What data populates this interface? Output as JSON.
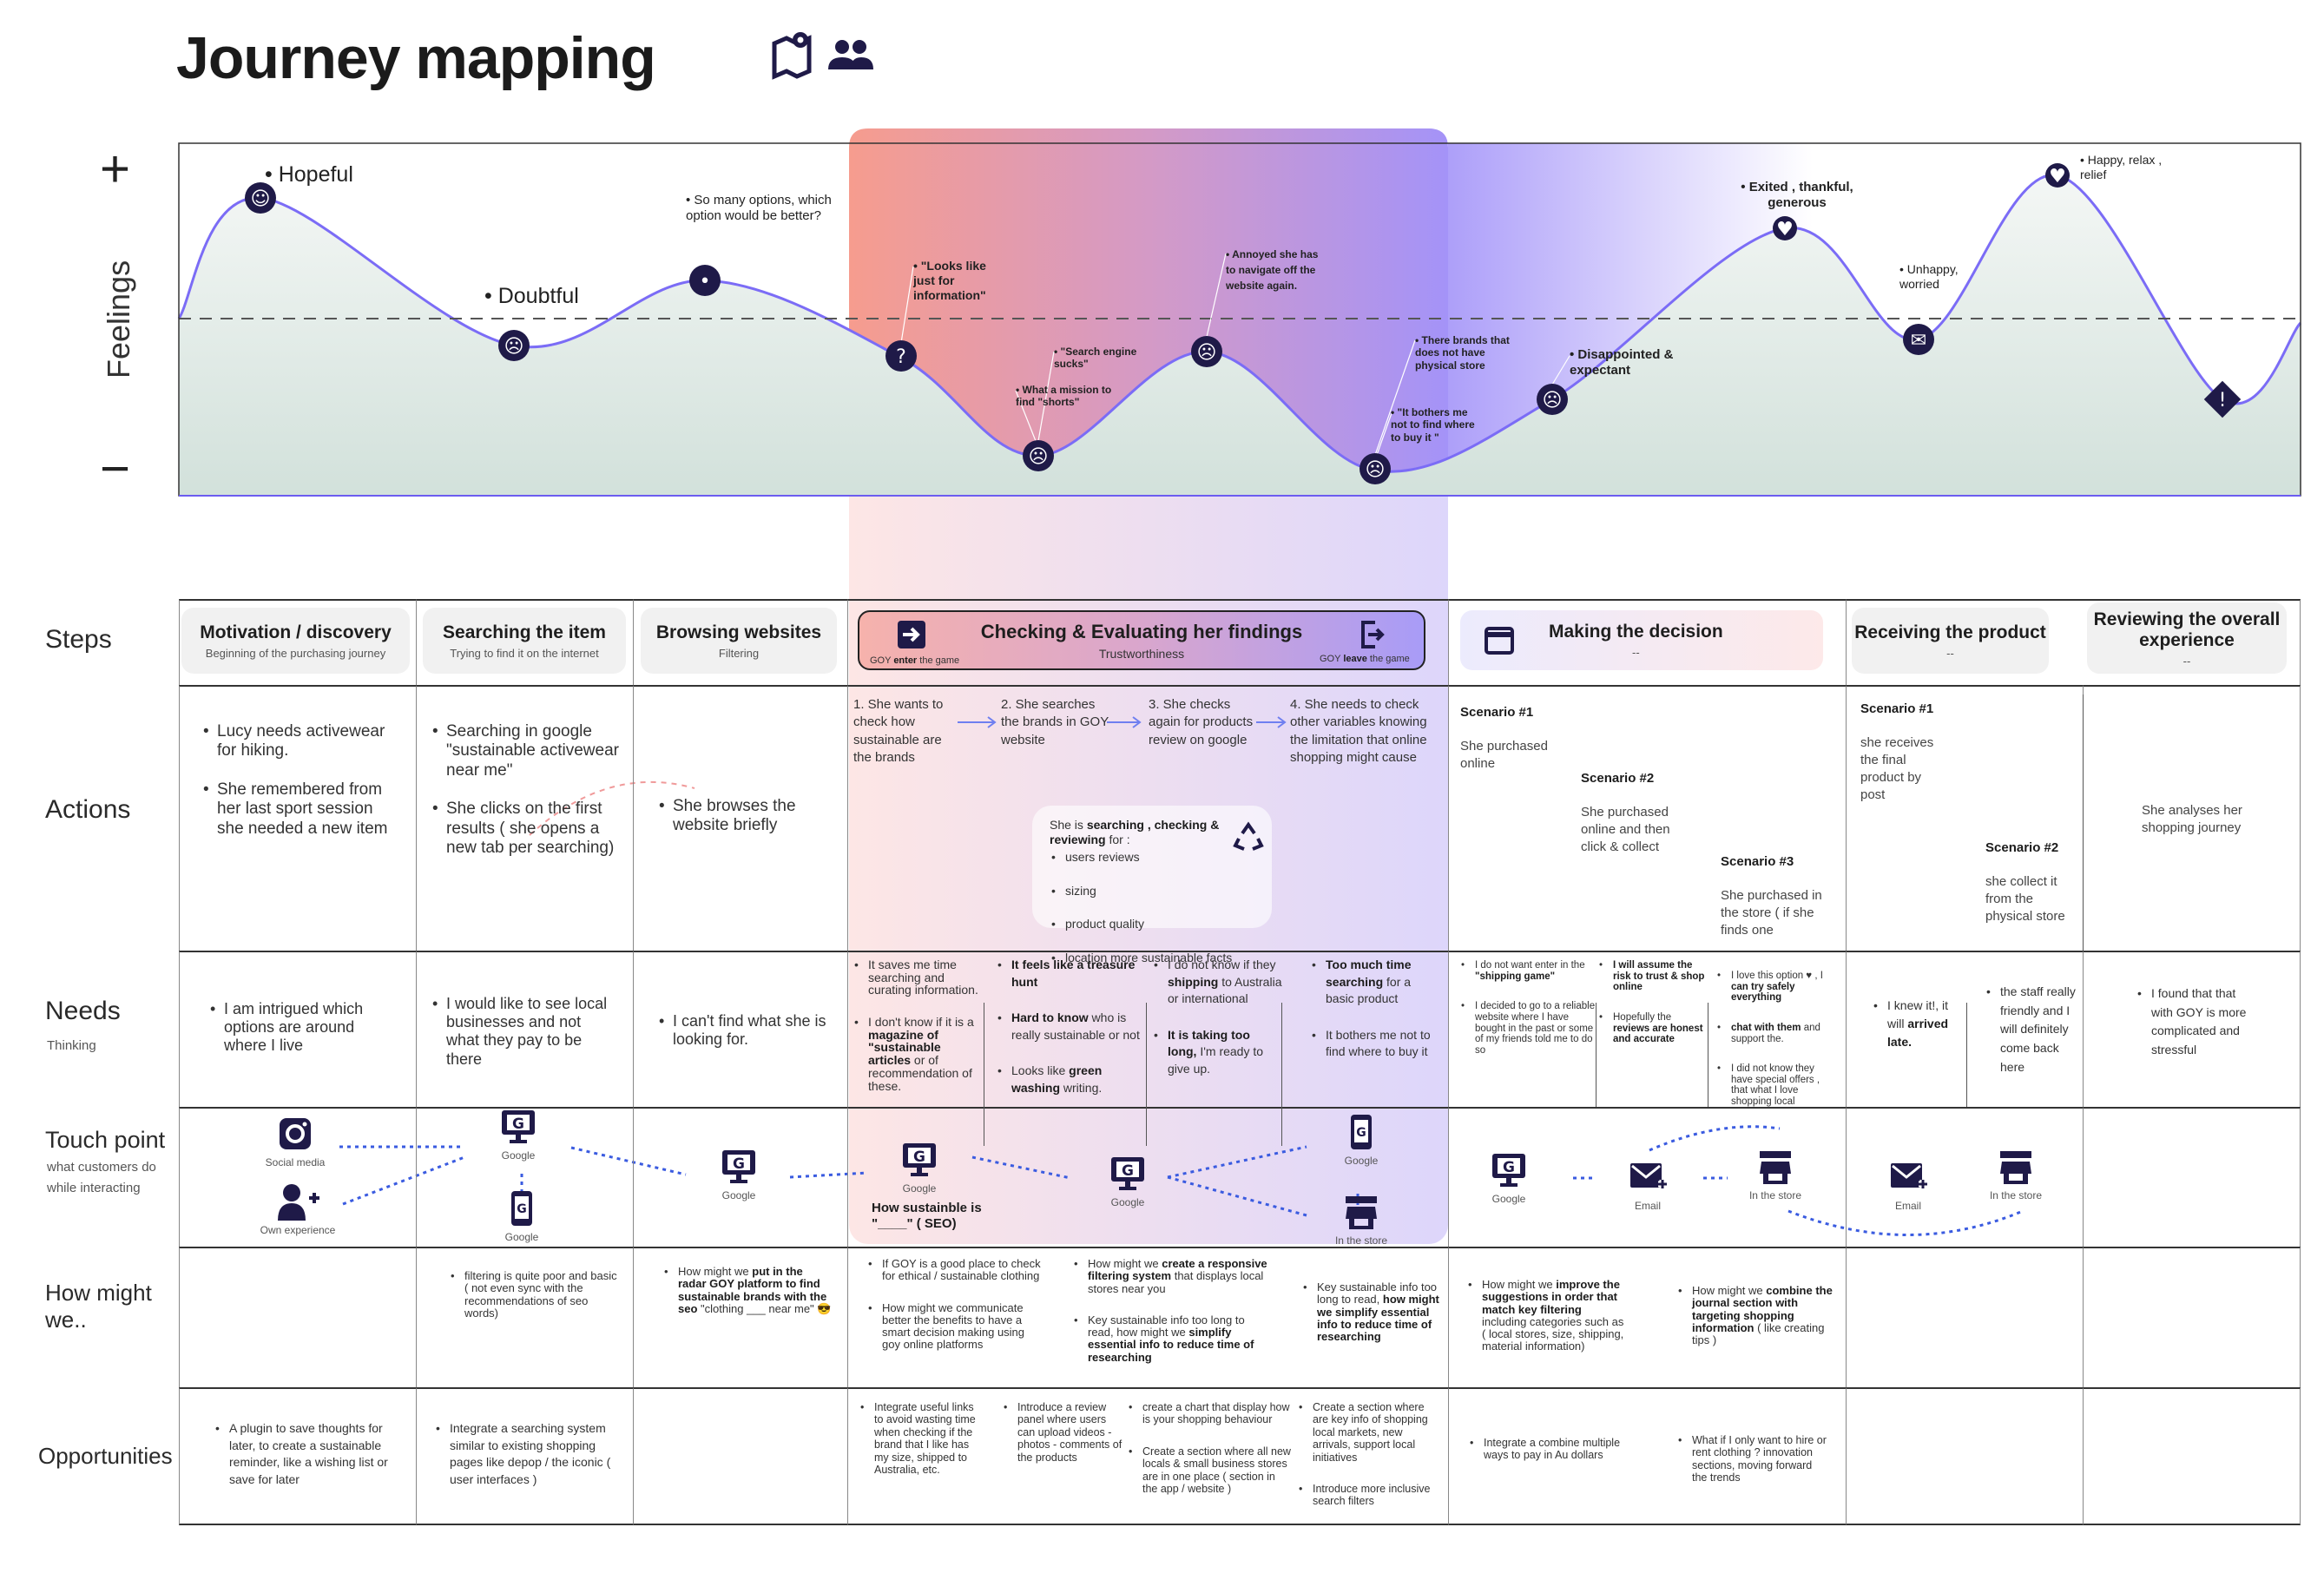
{
  "title": "Journey mapping",
  "colors": {
    "navy": "#1f1a48",
    "curve": "#7b6cf6",
    "arrow": "#3a5be0"
  },
  "chart": {
    "plus": "+",
    "minus": "−",
    "axis_label": "Feelings",
    "labels": [
      "Hopeful",
      "Doubtful",
      "So many options, which option would be better?",
      "\"Looks like just for information\"",
      "\"Search engine sucks\"",
      "What a mission to find \"shorts\"",
      "Annoyed she has to navigate off the website again.",
      "There brands that does not have physical store",
      "\"It bothers me not to find where to buy it \"",
      "Disappointed & expectant",
      "Exited , thankful, generous",
      "Unhappy, worried",
      "Happy, relax , relief"
    ]
  },
  "rows": {
    "steps": "Steps",
    "actions": "Actions",
    "needs": "Needs",
    "needs_sub": "Thinking",
    "touch": "Touch point",
    "touch_sub1": "what customers do",
    "touch_sub2": "while interacting",
    "hmw": "How might we..",
    "opps": "Opportunities"
  },
  "steps": [
    {
      "title": "Motivation / discovery",
      "sub": "Beginning of the purchasing journey"
    },
    {
      "title": "Searching the item",
      "sub": "Trying to find it on the internet"
    },
    {
      "title": "Browsing websites",
      "sub": "Filtering"
    },
    {
      "title": "Checking & Evaluating her findings",
      "sub": "Trustworthiness",
      "enter": [
        "GOY ",
        {
          "b": "enter"
        },
        " the game"
      ],
      "leave": [
        "GOY ",
        {
          "b": "leave"
        },
        " the game"
      ]
    },
    {
      "title": "Making the decision",
      "sub": "--"
    },
    {
      "title": "Receiving the product",
      "sub": "--"
    },
    {
      "title": "Reviewing the overall experience",
      "sub": "--"
    }
  ],
  "actions": {
    "c1": [
      "Lucy needs activewear  for hiking.",
      "She remembered from her last sport session she needed a new item"
    ],
    "c2": [
      "Searching in google \"sustainable activewear  near me\"",
      "She clicks on the first results ( she opens a new tab per searching)"
    ],
    "c3": [
      "She browses the website briefly"
    ],
    "c4_steps": [
      "1. She wants to check how sustainable are the brands",
      "2. She searches the brands in GOY website",
      "3. She checks again for products review on google",
      "4. She needs to check other variables knowing the limitation that online shopping might cause"
    ],
    "c4_box": {
      "intro": [
        [
          "She is ",
          {
            "b": "searching , checking  & reviewing"
          },
          " for :"
        ]
      ],
      "items": [
        "users reviews",
        "sizing",
        "product quality",
        "location more sustainable facts"
      ]
    },
    "c5": [
      {
        "title": "Scenario  #1",
        "text": "She purchased online"
      },
      {
        "title": "Scenario  #2",
        "text": "She purchased online and then click & collect"
      },
      {
        "title": "Scenario  #3",
        "text": "She   purchased in the store ( if she finds one"
      }
    ],
    "c6": [
      {
        "title": "Scenario #1",
        "text": "she receives the final product by post"
      },
      {
        "title": "Scenario #2",
        "text": "she collect it from the physical store"
      }
    ],
    "c7": "She analyses her shopping journey"
  },
  "needs": {
    "c1": [
      "I am intrigued which options are around where I live"
    ],
    "c2": [
      "I would like to see local businesses and not what they pay to be there"
    ],
    "c3": [
      "I can't find what she is looking for."
    ],
    "c4a": [
      "It saves me time searching and curating information.",
      [
        "I don't know if it is a ",
        {
          "b": "magazine of \"sustainable articles"
        },
        " or of recommendation of these."
      ]
    ],
    "c4b": [
      [
        {
          "b": "It feels like a treasure hunt"
        }
      ],
      [
        {
          "b": "Hard to know"
        },
        " who is really sustainable or not"
      ],
      [
        "Looks like ",
        {
          "b": "green washing"
        },
        "  writing."
      ]
    ],
    "c4c": [
      [
        "I do not know if they ",
        {
          "b": "shipping"
        },
        " to Australia or international"
      ],
      [
        {
          "b": "It is taking too long,"
        },
        " I'm ready to give up."
      ]
    ],
    "c4d": [
      [
        {
          "b": "Too much time searching"
        },
        " for a basic product"
      ],
      "It bothers me not to find where to buy it"
    ],
    "c5a": [
      [
        "I do not want enter in the ",
        {
          "b": "\"shipping game\""
        }
      ],
      "I decided to go to a reliable website where I have bought in the past or some of my friends told me to do so"
    ],
    "c5b": [
      [
        {
          "b": "I will assume the risk to trust & shop online"
        }
      ],
      [
        "Hopefully the ",
        {
          "b": "reviews are honest and accurate"
        }
      ]
    ],
    "c5c": [
      [
        "I love this option ♥ , I ",
        {
          "b": "can try safely everything"
        }
      ],
      [
        {
          "b": "chat with them"
        },
        " and support the."
      ],
      "I did not know they have special offers , that what I love shopping local"
    ],
    "c6a": [
      [
        "I knew it!,  it will ",
        {
          "b": "arrived late."
        }
      ]
    ],
    "c6b": [
      "the staff really friendly and I will definitely come back here"
    ],
    "c7": [
      "I found that that with GOY is more complicated and stressful"
    ]
  },
  "touch": {
    "social": "Social media",
    "own": "Own experience",
    "google": "Google",
    "store": "In the store",
    "email": "Email",
    "seo": "How sustainble is \"____\" ( SEO)"
  },
  "hmw": {
    "c2": [
      "filtering is quite poor and basic ( not even sync with the recommendations of seo words)"
    ],
    "c3": [
      [
        "How might we ",
        {
          "b": "put in the radar GOY platform to find sustainable brands with the seo"
        },
        " \"clothing ___ near me\" 😎"
      ]
    ],
    "c4a": [
      "If GOY is a good place to check for ethical / sustainable clothing",
      "How might we communicate better the benefits to have a smart decision making using goy online platforms"
    ],
    "c4b": [
      [
        "How might we ",
        {
          "b": "create a responsive filtering system"
        },
        " that displays local stores near you"
      ],
      [
        "Key sustainable info too long to read, how might we ",
        {
          "b": "simplify essential info to reduce time of researching"
        }
      ]
    ],
    "c4c": [
      [
        "Key sustainable info too long to read, ",
        {
          "b": "how might we simplify  essential info to reduce time of researching"
        }
      ]
    ],
    "c5a": [
      [
        "How might we ",
        {
          "b": "improve the suggestions in order that match key filtering"
        },
        " including categories such as ( local stores, size, shipping, material information)"
      ]
    ],
    "c5b": [
      [
        "How might we ",
        {
          "b": "combine the journal section with targeting  shopping information"
        },
        " ( like creating tips )"
      ]
    ]
  },
  "opps": {
    "c1": [
      "A plugin to save thoughts for later, to create a sustainable reminder, like a wishing list or save for later"
    ],
    "c2": [
      "Integrate a searching system similar to existing shopping pages like depop / the iconic ( user interfaces )"
    ],
    "c4a": [
      "Integrate useful links to avoid wasting time when checking if the brand that I like has my size, shipped to Australia, etc."
    ],
    "c4b": [
      "Introduce a review panel  where users can upload videos - photos - comments of the products"
    ],
    "c4c": [
      "create a chart that display how is your shopping behaviour",
      "Create a section where all new locals & small business stores are in one place ( section in the app / website )"
    ],
    "c4d": [
      "Create a section where are key info of shopping local markets, new arrivals, support local initiatives",
      "Introduce more inclusive search filters"
    ],
    "c5a": [
      "Integrate a  combine multiple ways to pay in Au dollars"
    ],
    "c5b": [
      "What if I only want to hire or rent clothing ? innovation sections, moving forward the trends"
    ]
  }
}
